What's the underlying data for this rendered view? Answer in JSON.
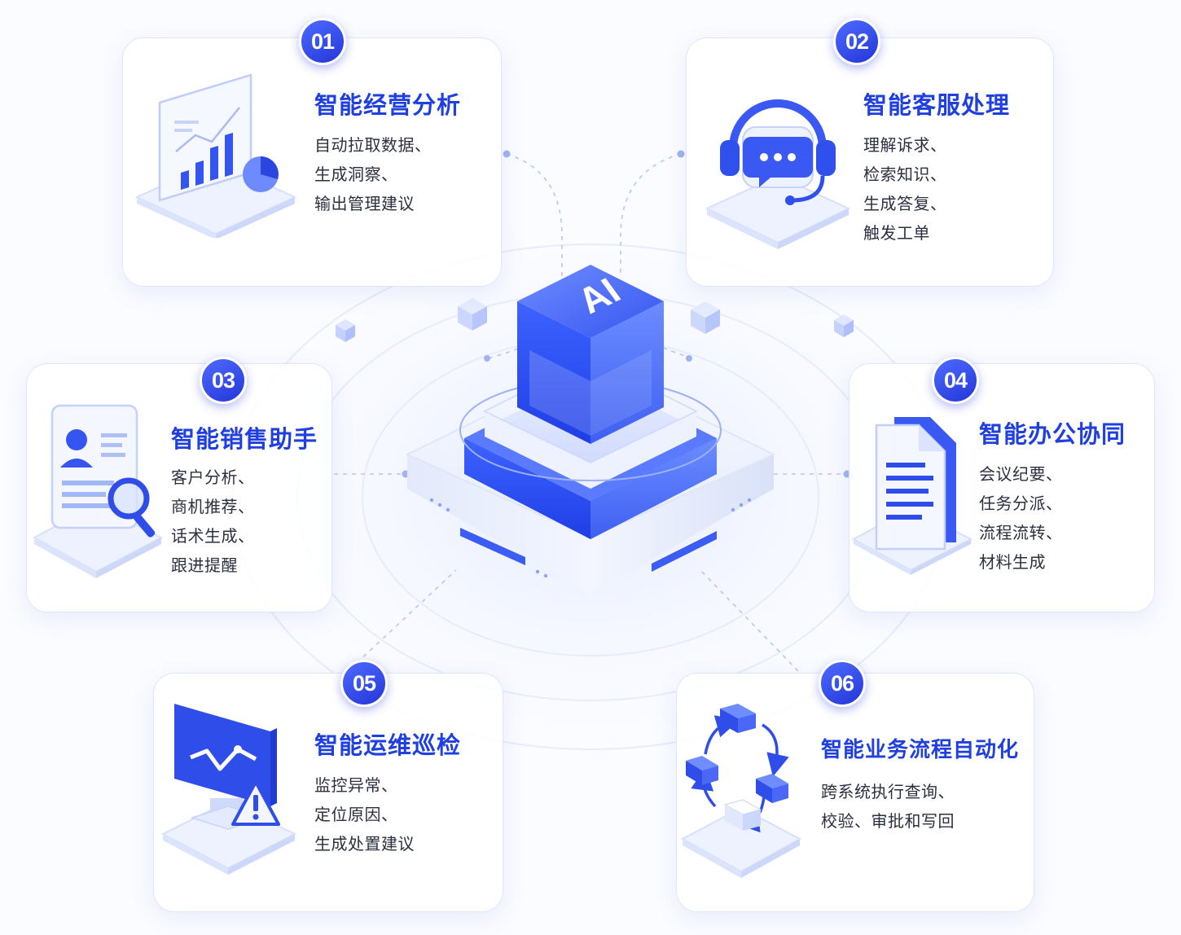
{
  "center": {
    "label": "AI"
  },
  "cards": [
    {
      "number": "01",
      "title": "智能经营分析",
      "lines": [
        "自动拉取数据、",
        "生成洞察、",
        "输出管理建议"
      ],
      "icon": "bar-chart-icon"
    },
    {
      "number": "02",
      "title": "智能客服处理",
      "lines": [
        "理解诉求、",
        "检索知识、",
        "生成答复、",
        "触发工单"
      ],
      "icon": "headset-chat-icon"
    },
    {
      "number": "03",
      "title": "智能销售助手",
      "lines": [
        "客户分析、",
        "商机推荐、",
        "话术生成、",
        "跟进提醒"
      ],
      "icon": "profile-search-icon"
    },
    {
      "number": "04",
      "title": "智能办公协同",
      "lines": [
        "会议纪要、",
        "任务分派、",
        "流程流转、",
        "材料生成"
      ],
      "icon": "documents-icon"
    },
    {
      "number": "05",
      "title": "智能运维巡检",
      "lines": [
        "监控异常、",
        "定位原因、",
        "生成处置建议"
      ],
      "icon": "monitor-warning-icon"
    },
    {
      "number": "06",
      "title": "智能业务流程自动化",
      "lines": [
        "跨系统执行查询、",
        "校验、审批和写回"
      ],
      "icon": "workflow-cycle-icon"
    }
  ],
  "colors": {
    "accent": "#1f3fe0",
    "badge": "#2f48e8",
    "text": "#2b3040",
    "border": "#dfe6f8"
  }
}
